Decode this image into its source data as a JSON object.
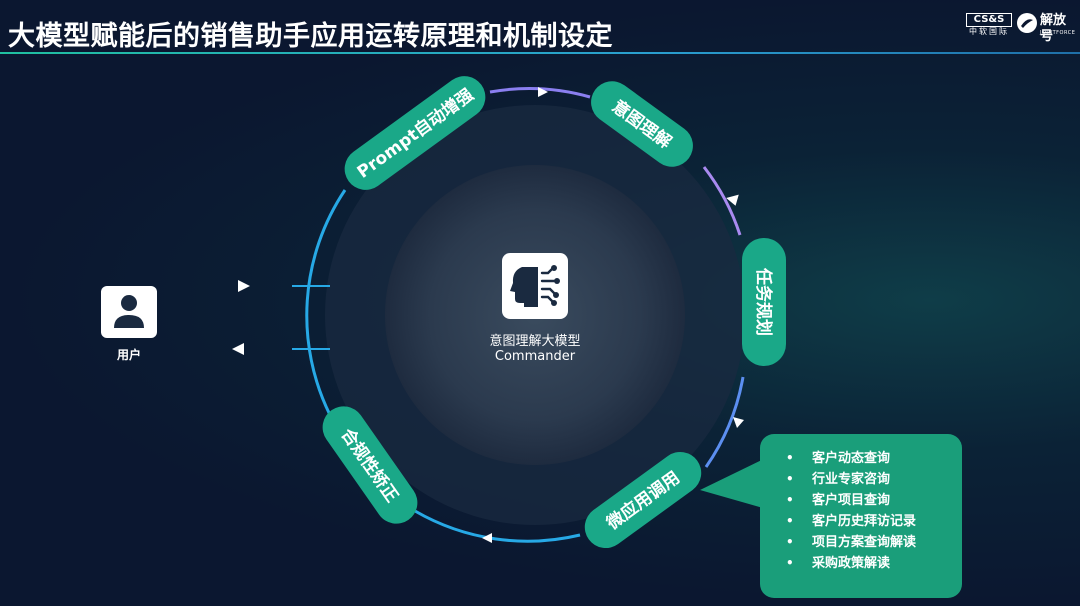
{
  "title": "大模型赋能后的销售助手应用运转原理和机制设定",
  "logos": {
    "left_top": "CS&S",
    "left_bottom": "中软国际",
    "right_top": "解放号",
    "right_bottom": "JOINTFORCE"
  },
  "center": {
    "line1": "意图理解大模型",
    "line2": "Commander",
    "icon": "ai-head-circuit-icon"
  },
  "user": {
    "label": "用户",
    "icon": "user-icon"
  },
  "cycle_steps": [
    "Prompt自动增强",
    "意图理解",
    "任务规划",
    "微应用调用",
    "合规性矫正"
  ],
  "micro_apps": [
    "客户动态查询",
    "行业专家咨询",
    "客户项目查询",
    "客户历史拜访记录",
    "项目方案查询解读",
    "采购政策解读"
  ],
  "colors": {
    "pill": "#1aa888",
    "panel": "#1a9e7a",
    "ring_purple": "#8b7ff0",
    "ring_blue": "#27a9e6"
  }
}
